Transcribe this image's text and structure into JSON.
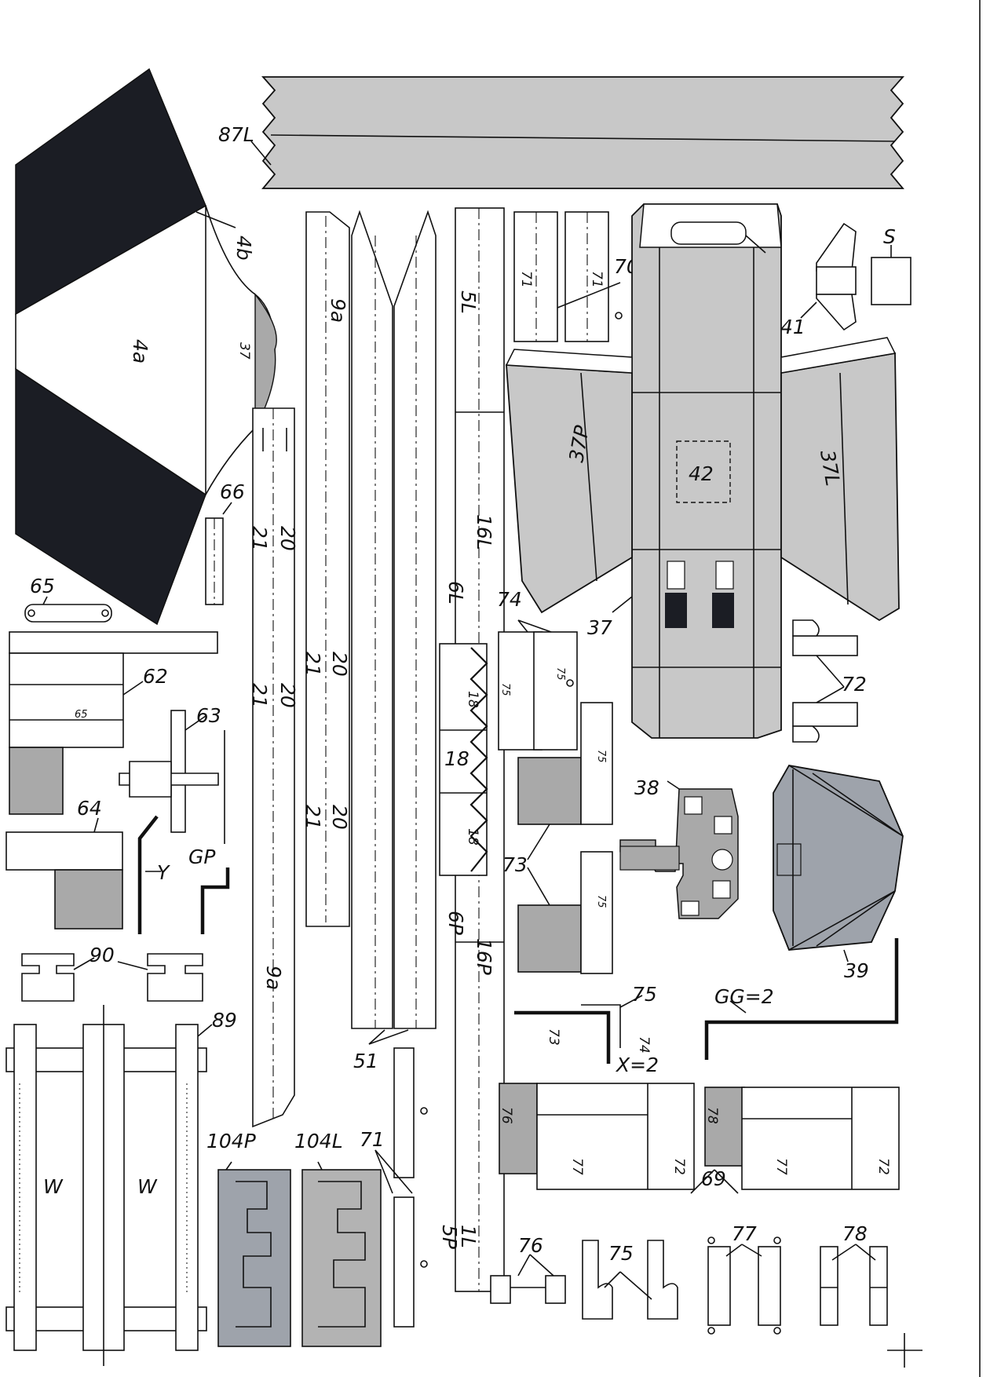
{
  "colors": {
    "panel_gray": "#c8c8c8",
    "mid_gray": "#a9a9a9",
    "blue_gray": "#9ea3ab",
    "dark": "#1b1d24",
    "paper": "#ffffff"
  },
  "labels": {
    "p87L": "87L",
    "p4b": "4b",
    "p4a": "4a",
    "p37_small": "37",
    "p9a_top": "9a",
    "p5L": "5L",
    "p71a": "71",
    "p71b": "71",
    "p70": "70",
    "pS": "S",
    "p41": "41",
    "p42": "42",
    "p37P": "37P",
    "p37L": "37L",
    "p37": "37",
    "p66": "66",
    "p20a": "20",
    "p21a": "21",
    "p20b": "20",
    "p21b": "21",
    "p20c": "20",
    "p21c": "21",
    "p20d": "20",
    "p21d": "21",
    "p16L": "16L",
    "p6L": "6L",
    "p74": "74",
    "p75a": "75",
    "p75b": "75",
    "p18a": "18",
    "p18b": "18",
    "p18c": "18",
    "p72": "72",
    "p65": "65",
    "p65_small": "65",
    "p62": "62",
    "p63": "63",
    "p64": "64",
    "pGP": "GP",
    "pY": "Y",
    "p75c": "75",
    "p75d": "75",
    "p73": "73",
    "p38": "38",
    "p39": "39",
    "p16P": "16P",
    "p6P": "6P",
    "p9a_bottom": "9a",
    "p90": "90",
    "p89": "89",
    "pW1": "W",
    "pW2": "W",
    "p51": "51",
    "p75e": "75",
    "p74b": "74",
    "p73b": "73",
    "pX2": "X=2",
    "pGG": "GG=2",
    "p76a": "76",
    "p77a": "77",
    "p72b": "72",
    "p78a": "78",
    "p77b": "77",
    "p72c": "72",
    "p69": "69",
    "p104P": "104P",
    "p104L": "104L",
    "p71c": "71",
    "p1L": "1L",
    "p5P": "5P",
    "p76": "76",
    "p75f": "75",
    "p77": "77",
    "p78": "78"
  }
}
